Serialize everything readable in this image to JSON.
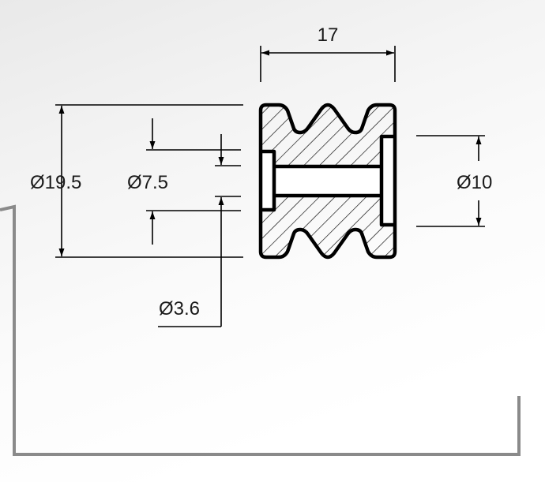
{
  "drawing": {
    "dims": {
      "width_label": "17",
      "outer_diameter_label": "Ø19.5",
      "groove_diameter_label": "Ø7.5",
      "bore_diameter_label": "Ø3.6",
      "counterbore_diameter_label": "Ø10"
    },
    "colors": {
      "line": "#000000",
      "frame": "#8a8a8a",
      "hatch": "#000000"
    }
  }
}
